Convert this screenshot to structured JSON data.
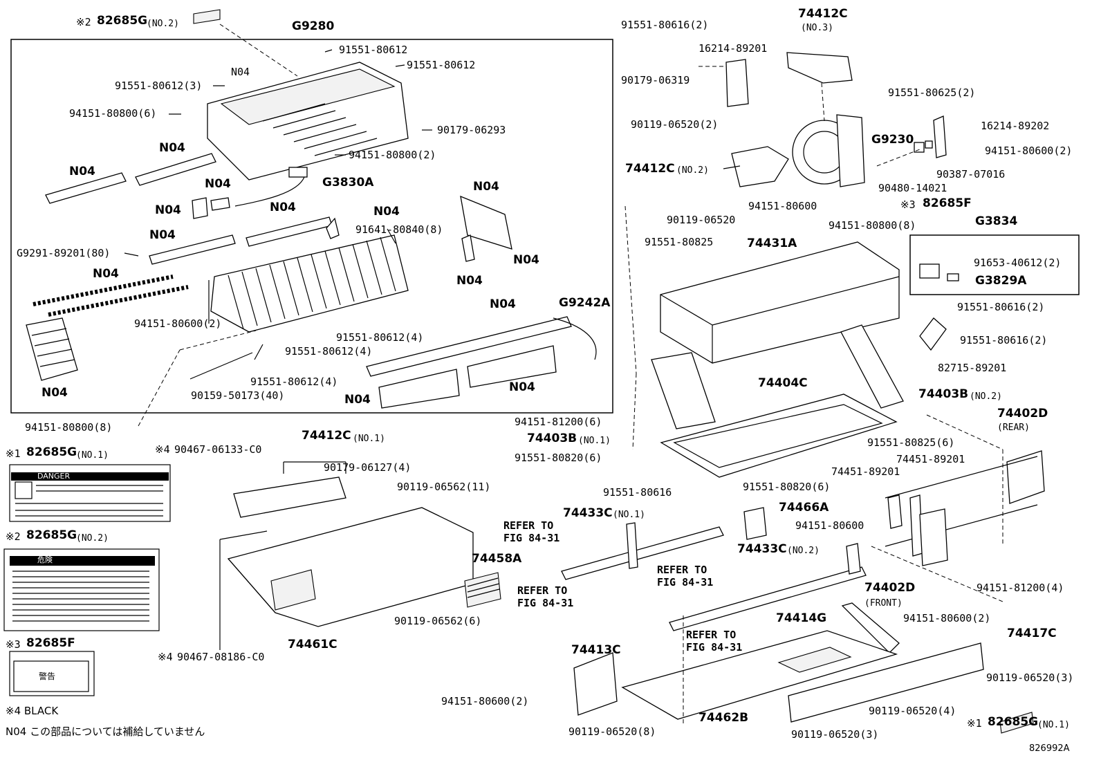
{
  "figure_id": "826992A",
  "labels": {
    "l01": "※2",
    "l02": "82685G",
    "l03": "(NO.2)",
    "l04": "G9280",
    "l05": "91551-80612",
    "l06": "91551-80612",
    "l07": "N04",
    "l08": "91551-80612(3)",
    "l09": "94151-80800(6)",
    "l10": "90179-06293",
    "l11": "N04",
    "l12": "94151-80800(2)",
    "l13": "N04",
    "l14": "G3830A",
    "l15": "N04",
    "l16": "N04",
    "l17": "N04",
    "l18": "N04",
    "l19": "N04",
    "l20": "91641-80840(8)",
    "l21": "N04",
    "l22": "G9291-89201(80)",
    "l23": "N04",
    "l24": "N04",
    "l25": "N04",
    "l26": "94151-80600(2)",
    "l27": "N04",
    "l28": "G9242A",
    "l29": "91551-80612(4)",
    "l30": "91551-80612(4)",
    "l31": "91551-80612(4)",
    "l32": "90159-50173(40)",
    "l33": "N04",
    "l34": "N04",
    "l35": "N04",
    "l36": "94151-80800(8)",
    "l37": "91551-80616(2)",
    "l38": "74412C",
    "l39": "(NO.3)",
    "l40": "16214-89201",
    "l41": "90179-06319",
    "l42": "91551-80625(2)",
    "l43": "90119-06520(2)",
    "l44": "16214-89202",
    "l45": "G9230",
    "l46": "94151-80600(2)",
    "l47": "74412C",
    "l48": "(NO.2)",
    "l49": "90387-07016",
    "l50": "90480-14021",
    "l51": "94151-80600",
    "l52": "※3",
    "l53": "82685F",
    "l54": "90119-06520",
    "l55": "94151-80800(8)",
    "l56": "G3834",
    "l57": "91551-80825",
    "l58": "74431A",
    "l59": "91653-40612(2)",
    "l60": "G3829A",
    "l61": "91551-80616(2)",
    "l62": "91551-80616(2)",
    "l63": "82715-89201",
    "l64": "74404C",
    "l65": "74403B",
    "l66": "(NO.2)",
    "l67": "94151-81200(6)",
    "l68": "74403B",
    "l69": "(NO.1)",
    "l70": "91551-80825(6)",
    "l71": "74402D",
    "l72": "(REAR)",
    "l73": "91551-80820(6)",
    "l74": "74451-89201",
    "l75": "74451-89201",
    "l76": "91551-80820(6)",
    "l77": "※1",
    "l78": "82685G",
    "l79": "(NO.1)",
    "l80": "※4",
    "l81": "90467-06133-C0",
    "l82": "74412C",
    "l83": "(NO.1)",
    "l84": "90179-06127(4)",
    "l85": "90119-06562(11)",
    "l86": "91551-80616",
    "l87": "74433C",
    "l88": "(NO.1)",
    "l89": "74466A",
    "l90": "REFER TO",
    "l91": "FIG 84-31",
    "l92": "94151-80600",
    "l93": "※2",
    "l94": "82685G",
    "l95": "(NO.2)",
    "l96": "74458A",
    "l97": "74433C",
    "l98": "(NO.2)",
    "l99": "REFER TO",
    "l100": "FIG 84-31",
    "l101": "94151-81200(4)",
    "l102": "REFER TO",
    "l103": "FIG 84-31",
    "l104": "74402D",
    "l105": "(FRONT)",
    "l106": "90119-06562(6)",
    "l107": "74414G",
    "l108": "94151-80600(2)",
    "l109": "※3",
    "l110": "82685F",
    "l111": "74461C",
    "l112": "REFER TO",
    "l113": "FIG 84-31",
    "l114": "74417C",
    "l115": "※4",
    "l116": "90467-08186-C0",
    "l117": "74413C",
    "l118": "90119-06520(3)",
    "l119": "94151-80600(2)",
    "l120": "90119-06520(4)",
    "l121": "※4 BLACK",
    "l122": "※1",
    "l123": "82685G",
    "l124": "(NO.1)",
    "l125": "N04 この部品については補給していません",
    "l126": "90119-06520(8)",
    "l127": "74462B",
    "l128": "90119-06520(3)",
    "l129": "826992A"
  },
  "labels_text": {
    "danger_sticker": "DANGER",
    "warning_sticker": "警告",
    "caution_header": "危険"
  }
}
